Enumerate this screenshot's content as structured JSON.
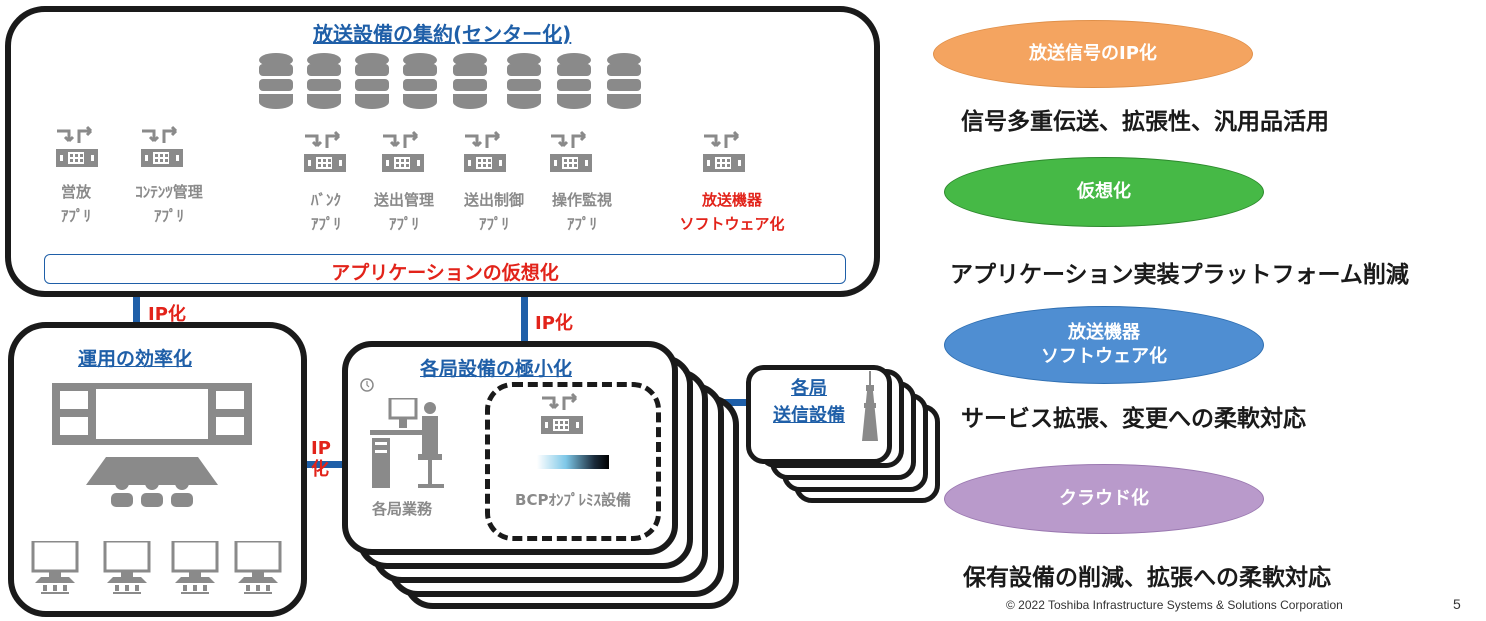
{
  "center": {
    "title": "放送設備の集約(センター化)",
    "apps": [
      {
        "line1": "営放",
        "line2": "ｱﾌﾟﾘ",
        "red": false
      },
      {
        "line1": "ｺﾝﾃﾝﾂ管理",
        "line2": "ｱﾌﾟﾘ",
        "red": false
      },
      {
        "line1": "ﾊﾞﾝｸ",
        "line2": "ｱﾌﾟﾘ",
        "red": false
      },
      {
        "line1": "送出管理",
        "line2": "ｱﾌﾟﾘ",
        "red": false
      },
      {
        "line1": "送出制御",
        "line2": "ｱﾌﾟﾘ",
        "red": false
      },
      {
        "line1": "操作監視",
        "line2": "ｱﾌﾟﾘ",
        "red": false
      },
      {
        "line1": "放送機器",
        "line2": "ソフトウェア化",
        "red": true
      }
    ],
    "virtualization_bar": "アプリケーションの仮想化"
  },
  "connectors": {
    "ip_left": "IP化",
    "ip_center": "IP化",
    "ip_vertical_line1": "IP",
    "ip_vertical_line2": "化"
  },
  "operations": {
    "title": "運用の効率化"
  },
  "local": {
    "title": "各局設備の極小化",
    "work_label": "各局業務",
    "bcp_label": "BCPｵﾝﾌﾟﾚﾐｽ設備"
  },
  "transmitter": {
    "line1": "各局",
    "line2": "送信設備"
  },
  "benefits": [
    {
      "label_line1": "放送信号のIP化",
      "label_line2": "",
      "color": "#f4a460",
      "desc": "信号多重伝送、拡張性、汎用品活用"
    },
    {
      "label_line1": "仮想化",
      "label_line2": "",
      "color": "#46b946",
      "desc": "アプリケーション実装プラットフォーム削減"
    },
    {
      "label_line1": "放送機器",
      "label_line2": "ソフトウェア化",
      "color": "#4f8ed2",
      "desc": "サービス拡張、変更への柔軟対応"
    },
    {
      "label_line1": "クラウド化",
      "label_line2": "",
      "color": "#b99acb",
      "desc": "保有設備の削減、拡張への柔軟対応"
    }
  ],
  "footer": {
    "copyright": "© 2022 Toshiba Infrastructure Systems & Solutions Corporation",
    "page": "5"
  },
  "icons": [
    "database-icon",
    "application-server-icon",
    "operator-desk-icon",
    "workstation-icon",
    "office-worker-icon",
    "clock-icon",
    "tv-tower-icon",
    "server-rack-icon"
  ]
}
